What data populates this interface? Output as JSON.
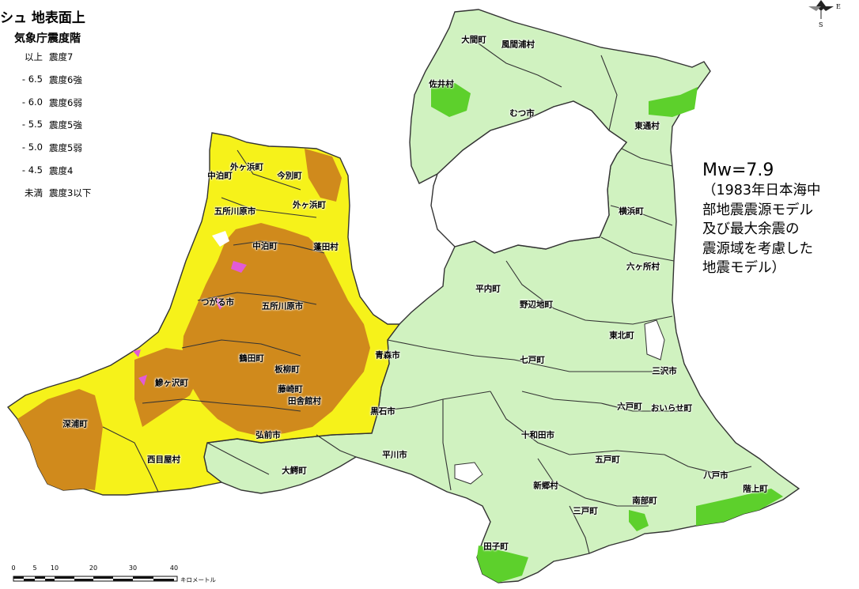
{
  "legend": {
    "title": "シュ 地表面上",
    "subtitle": "気象庁震度階",
    "rows": [
      {
        "range": "以上",
        "intensity": "震度7",
        "color": "#c21a1a"
      },
      {
        "range": "- 6.5",
        "intensity": "震度6強",
        "color": "#e25bd6"
      },
      {
        "range": "- 6.0",
        "intensity": "震度6弱",
        "color": "#ee9a3a"
      },
      {
        "range": "- 5.5",
        "intensity": "震度5強",
        "color": "#d08a1c"
      },
      {
        "range": "- 5.0",
        "intensity": "震度5弱",
        "color": "#f6f21a"
      },
      {
        "range": "- 4.5",
        "intensity": "震度4",
        "color": "#5dd02c"
      },
      {
        "range": "未満",
        "intensity": "震度3以下",
        "color": "#d0f2c0"
      }
    ]
  },
  "annotation": {
    "magnitude": "Mw=7.9",
    "lines": [
      "（1983年日本海中",
      "部地震震源モデル",
      "及び最大余震の",
      "震源域を考慮した",
      "地震モデル）"
    ]
  },
  "compass": {
    "east": "E",
    "south": "S"
  },
  "scale": {
    "ticks": [
      "0",
      "5",
      "10",
      "20",
      "30",
      "40"
    ],
    "unit": "キロメートル"
  },
  "municipalities": [
    "大間町",
    "風間浦村",
    "佐井村",
    "むつ市",
    "東通村",
    "中泊町",
    "外ヶ浜町",
    "今別町",
    "五所川原市",
    "外ヶ浜町",
    "横浜町",
    "中泊町",
    "蓬田村",
    "六ヶ所村",
    "平内町",
    "つがる市",
    "五所川原市",
    "野辺地町",
    "東北町",
    "青森市",
    "七戸町",
    "鶴田町",
    "板柳町",
    "三沢市",
    "鰺ヶ沢町",
    "藤崎町",
    "田舎館村",
    "黒石市",
    "六戸町",
    "おいらせ町",
    "深浦町",
    "弘前市",
    "十和田市",
    "西目屋村",
    "平川市",
    "五戸町",
    "大鰐町",
    "新郷村",
    "八戸市",
    "南部町",
    "階上町",
    "三戸町",
    "田子町"
  ],
  "colors": {
    "intensity_3_or_less": "#d0f2c0",
    "intensity_4": "#5dd02c",
    "intensity_5_lower": "#f6f21a",
    "intensity_5_upper": "#d08a1c",
    "intensity_6_lower": "#e25bd6",
    "boundary": "#333333"
  }
}
